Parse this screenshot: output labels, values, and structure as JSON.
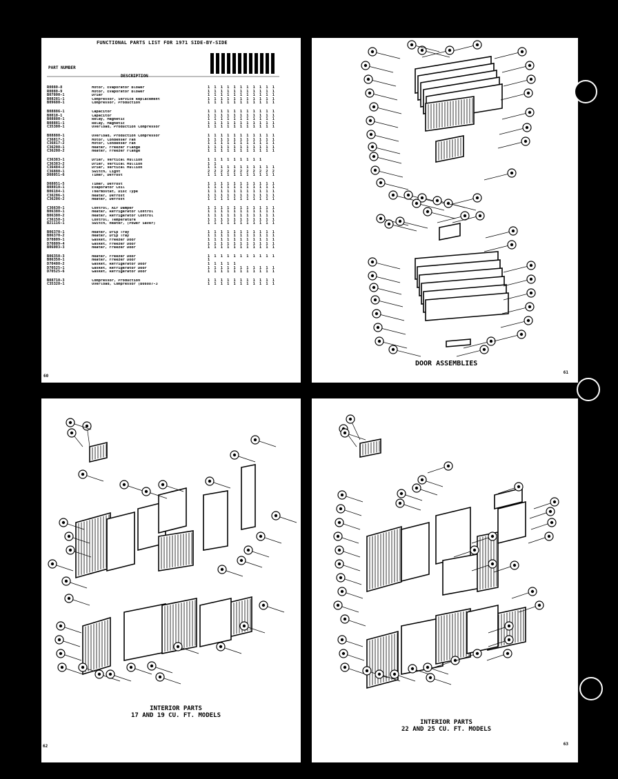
{
  "page60": {
    "title": "FUNCTIONAL PARTS LIST FOR 1971 SIDE-BY-SIDE",
    "col_part": "PART NUMBER",
    "col_desc": "DESCRIPTION",
    "page_number": "60",
    "groups": [
      [
        {
          "part": "R0080-8",
          "desc": "Motor, Evaporator Blower",
          "marks": "1 1 1 1 1 1 1 1 1 1 1"
        },
        {
          "part": "R0080-9",
          "desc": "Motor, Evaporator Blower",
          "marks": "1 1 1 1 1 1 1 1 1 1 1"
        },
        {
          "part": "B07800-1",
          "desc": "Drier",
          "marks": "1 1 1 1 1 1 1 1 1 1 1"
        },
        {
          "part": "B08281-1",
          "desc": "Compressor, Service Replacement",
          "marks": "1 1 1 1 1 1 1 1 1 1 1"
        },
        {
          "part": "B09680-1",
          "desc": "Compressor, Production",
          "marks": "1 1 1 1 1 1 1 1 1 1 1"
        }
      ],
      [
        {
          "part": "B08886-1",
          "desc": "Capacitor",
          "marks": "1 1 1 1 1 1 1 1 1 1 1"
        },
        {
          "part": "B0010-1",
          "desc": "Capacitor",
          "marks": "1 1 1 1 1 1 1 1 1 1 1"
        },
        {
          "part": "B08880-1",
          "desc": "Relay, Magnetic",
          "marks": "1 1 1 1 1 1 1 1 1 1 1"
        },
        {
          "part": "B08881-1",
          "desc": "Relay, Magnetic",
          "marks": "1 1 1 1 1 1 1 1 1 1 1"
        },
        {
          "part": "C35380-1",
          "desc": "Overload, Production Compressor",
          "marks": "1 1 1 1 1 1 1 1 1 1 1"
        }
      ],
      [
        {
          "part": "B08880-1",
          "desc": "Overload, Production Compressor",
          "marks": "1 1 1 1 1 1 1 1 1 1 1"
        },
        {
          "part": "C36817-1",
          "desc": "Motor, Condenser Fan",
          "marks": "1 1 1 1 1 1 1 1 1 1 1"
        },
        {
          "part": "C36817-2",
          "desc": "Motor, Condenser Fan",
          "marks": "1 1 1 1 1 1 1 1 1 1 1"
        },
        {
          "part": "C36208-1",
          "desc": "Heater, Freezer Flange",
          "marks": "1 1 1 1 1 1 1 1 1 1 1"
        },
        {
          "part": "C36208-2",
          "desc": "Heater, Freezer Flange",
          "marks": "1 1 1 1 1 1 1 1 1 1 1"
        }
      ],
      [
        {
          "part": "C36383-1",
          "desc": "Drier, Vertical Mullion",
          "marks": "1 1 1 1 1 1 1 1 1"
        },
        {
          "part": "C36383-2",
          "desc": "Drier, Vertical Mullion",
          "marks": "                1 1"
        },
        {
          "part": "C36484-2",
          "desc": "Drier, Vertical Mullion",
          "marks": "1 1 1 1 1 1 1 1 1 1 1"
        },
        {
          "part": "C36880-1",
          "desc": "Switch, Light",
          "marks": "2 2 2 2 2 2 2 2 2 2 2"
        },
        {
          "part": "D08051-6",
          "desc": "Timer, Defrost",
          "marks": "1 1 1 1 1 1 1 1 1 1 1"
        }
      ],
      [
        {
          "part": "D08051-5",
          "desc": "Timer, Defrost",
          "marks": "1 1 1 1 1 1 1 1 1 1 1"
        },
        {
          "part": "B08010-1",
          "desc": "Evaporator Coil",
          "marks": "1 1 1 1 1 1 1 1 1 1 1"
        },
        {
          "part": "B06184-1",
          "desc": "Thermostat, Disc Type",
          "marks": "1 1 1 1 1 1 1 1 1 1 1"
        },
        {
          "part": "C36286-1",
          "desc": "Heater, Defrost",
          "marks": "1 1 1 1 1 1 1 1 1 1 1"
        },
        {
          "part": "C36286-2",
          "desc": "Heater, Defrost",
          "marks": "1 1 1 1 1 1 1 1 1 1 1"
        }
      ],
      [
        {
          "part": "C36630-1",
          "desc": "Control, Air Damper",
          "marks": "1 1 1 1 1 1 1 1 1 1 1"
        },
        {
          "part": "B06380-1",
          "desc": "Heater, Refrigerator Control",
          "marks": "1 1 1 1 1 1 1 1 1 1 1"
        },
        {
          "part": "B06380-2",
          "desc": "Heater, Refrigerator Control",
          "marks": "1 1 1 1 1 1 1 1 1 1 1"
        },
        {
          "part": "C36158-1",
          "desc": "Control, Temperature",
          "marks": "1 1 1 1 1 1 1 1 1 1 1"
        },
        {
          "part": "B21116-1",
          "desc": "Switch, Heater, (Power Saver)",
          "marks": "1 1 1 1 1 1 1 1 1 1 1"
        }
      ],
      [
        {
          "part": "B06370-1",
          "desc": "Heater, Drip Tray",
          "marks": "1 1 1 1 1 1 1 1 1 1 1"
        },
        {
          "part": "B06370-2",
          "desc": "Heater, Drip Tray",
          "marks": "1 1 1 1 1 1 1 1 1 1 1"
        },
        {
          "part": "D70809-1",
          "desc": "Gasket, Freezer Door",
          "marks": "1 1 1 1 1 1 1 1 1 1 1"
        },
        {
          "part": "D70809-4",
          "desc": "Gasket, Freezer Door",
          "marks": "1 1 1 1 1 1 1 1 1 1 1"
        },
        {
          "part": "B06003-3",
          "desc": "Heater, Freezer Door",
          "marks": "1 1 1 1 1 1 1 1 1 1 1"
        }
      ],
      [
        {
          "part": "B06350-3",
          "desc": "Heater, Freezer Door",
          "marks": "1 1 1 1 1 1 1 1 1 1 1"
        },
        {
          "part": "B06350-1",
          "desc": "Heater, Freezer Door",
          "marks": "                    1"
        },
        {
          "part": "D70480-2",
          "desc": "Gasket, Refrigerator Door",
          "marks": "1 1   1 1   1"
        },
        {
          "part": "D70525-1",
          "desc": "Gasket, Refrigerator Door",
          "marks": "1 1 1 1 1 1 1 1 1 1 1"
        },
        {
          "part": "D70525-6",
          "desc": "Gasket, Refrigerator Door",
          "marks": "1 1 1 1 1 1 1 1 1 1 1"
        }
      ],
      [
        {
          "part": "B08710-3",
          "desc": "Compressor, Production",
          "marks": "1 1 1 1 1 1 1 1 1 1 1"
        },
        {
          "part": "C35328-1",
          "desc": "Overload, Compressor (B08887-3",
          "marks": "1 1 1 1 1 1 1 1 1 1 1"
        }
      ]
    ]
  },
  "page61": {
    "caption": "DOOR ASSEMBLIES",
    "page_number": "61"
  },
  "page62": {
    "caption_line1": "INTERIOR PARTS",
    "caption_line2": "17 AND 19 CU. FT. MODELS",
    "page_number": "62"
  },
  "page63": {
    "caption_line1": "INTERIOR PARTS",
    "caption_line2": "22 AND 25 CU. FT. MODELS",
    "page_number": "63"
  }
}
